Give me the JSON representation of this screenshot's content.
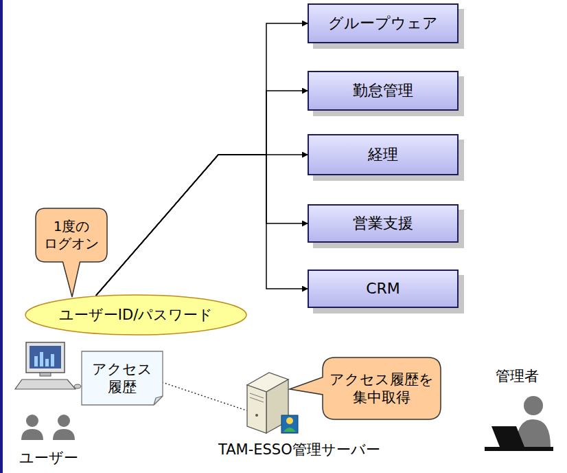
{
  "diagram": {
    "nodes": [
      {
        "text": [
          "グループウェア"
        ]
      },
      {
        "text": [
          "勤怠管理"
        ]
      },
      {
        "text": [
          "経理"
        ]
      },
      {
        "text": [
          "営業支援"
        ]
      },
      {
        "text": [
          "CRM"
        ]
      },
      {
        "text": [
          "1度の ログオン"
        ]
      },
      {
        "text": [
          "ユーザーID/パスワード"
        ]
      },
      {
        "text": [
          "アクセス 履歴"
        ]
      },
      {
        "text": [
          "アクセス履歴を 集中取得"
        ]
      }
    ],
    "edges": [
      {
        "from": 6,
        "to": 0,
        "arrow": "to"
      },
      {
        "from": 6,
        "to": 1,
        "arrow": "to"
      },
      {
        "from": 6,
        "to": 2,
        "arrow": "to"
      },
      {
        "from": 6,
        "to": 3,
        "arrow": "to"
      },
      {
        "from": 6,
        "to": 4,
        "arrow": "to"
      }
    ],
    "labels": [
      "TAM-ESSO管理サーバー",
      "管理者",
      "ユーザー"
    ]
  }
}
